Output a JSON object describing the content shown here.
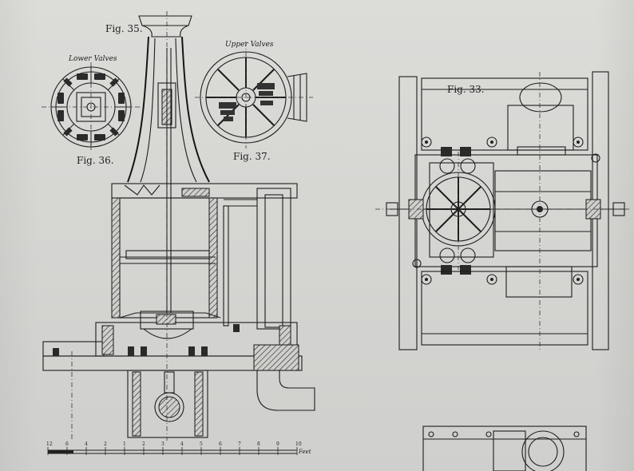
{
  "figures": {
    "fig35": {
      "label": "Fig. 35."
    },
    "fig36": {
      "label": "Fig. 36.",
      "caption": "Lower Valves"
    },
    "fig37": {
      "label": "Fig. 37.",
      "caption": "Upper Valves"
    },
    "fig33": {
      "label": "Fig. 33."
    }
  },
  "scale": {
    "units": "Feet",
    "ticks": [
      "12",
      "6",
      "4",
      "2",
      "1",
      "2",
      "3",
      "4",
      "5",
      "6",
      "7",
      "8",
      "9",
      "10"
    ]
  },
  "colors": {
    "paper": "#d8d8d5",
    "ink": "#1d1d1d"
  }
}
